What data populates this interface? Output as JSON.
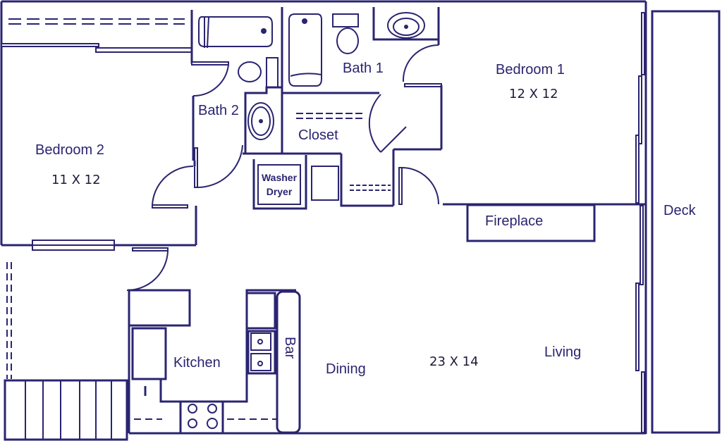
{
  "floorplan": {
    "rooms": [
      {
        "id": "bedroom1",
        "label": "Bedroom 1",
        "dimensions": "12 X 12"
      },
      {
        "id": "bedroom2",
        "label": "Bedroom 2",
        "dimensions": "11 X 12"
      },
      {
        "id": "bath1",
        "label": "Bath 1"
      },
      {
        "id": "bath2",
        "label": "Bath 2"
      },
      {
        "id": "closet",
        "label": "Closet"
      },
      {
        "id": "laundry",
        "label_line1": "Washer",
        "label_line2": "Dryer"
      },
      {
        "id": "fireplace",
        "label": "Fireplace"
      },
      {
        "id": "deck",
        "label": "Deck"
      },
      {
        "id": "kitchen",
        "label": "Kitchen"
      },
      {
        "id": "bar",
        "label": "Bar"
      },
      {
        "id": "dining",
        "label": "Dining"
      },
      {
        "id": "living",
        "label": "Living",
        "dimensions": "23 X 14"
      }
    ],
    "line_color": "#2a2470"
  }
}
